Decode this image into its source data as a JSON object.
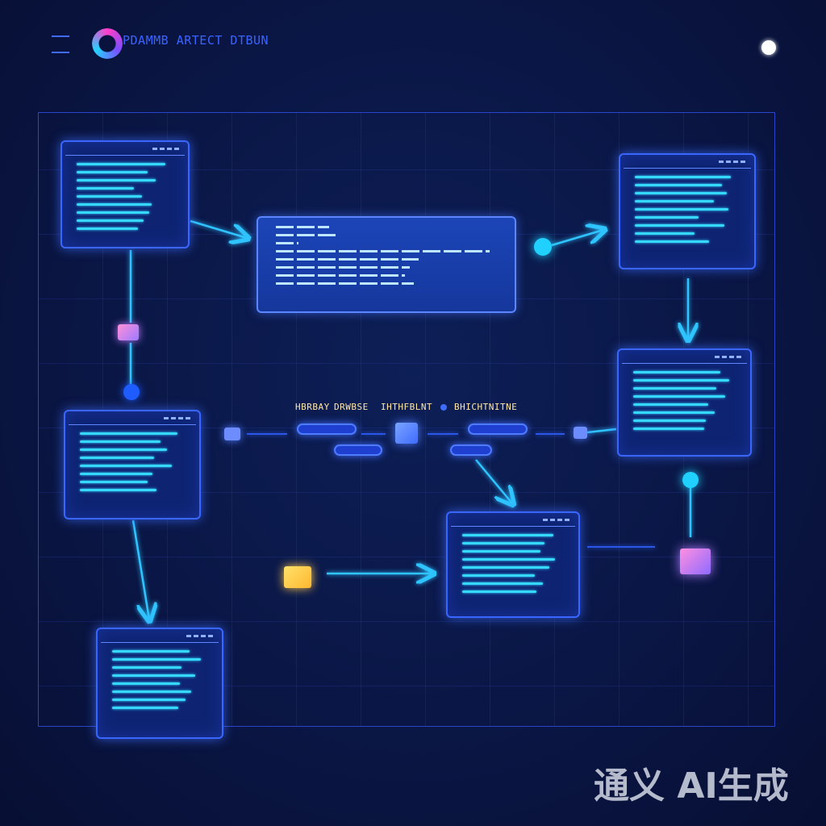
{
  "header": {
    "brand": "PDAMMB ARTECT DTBUN"
  },
  "diagram": {
    "middle_labels": [
      "HBRBAY",
      "DRWBSE",
      "IHTHFBLNT",
      "BHICHTNITNE"
    ]
  },
  "watermark": "通义 AI生成",
  "colors": {
    "background": "#0a1645",
    "grid_line": "#2a45c9",
    "window_border": "#3a66ff",
    "code_line": "#35d8ff",
    "connector": "#2fc4ff",
    "node_pink": "#e07cff",
    "node_yellow": "#ffd447",
    "node_blue": "#1f5cff",
    "node_cyan": "#20d0ff"
  }
}
